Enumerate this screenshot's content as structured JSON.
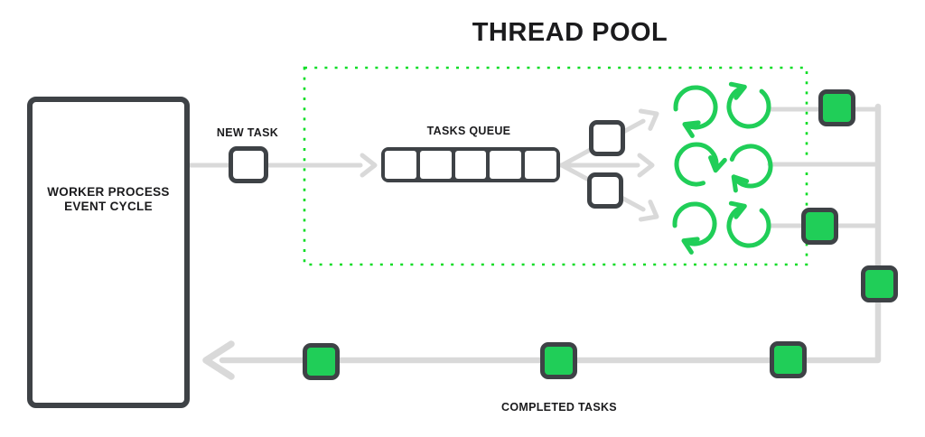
{
  "diagram": {
    "title": "THREAD POOL",
    "worker": {
      "label_line1": "WORKER PROCESS",
      "label_line2": "EVENT CYCLE"
    },
    "new_task": {
      "label": "NEW TASK"
    },
    "tasks_queue": {
      "label": "TASKS QUEUE",
      "cell_count": 5
    },
    "thread_pool": {
      "thread_count": 6
    },
    "completed_tasks": {
      "label": "COMPLETED TASKS",
      "square_count": 6
    }
  },
  "colors": {
    "green": "#20ce58",
    "dot_green": "#0ddd26",
    "dark": "#3e4246",
    "line": "#d9d9d9",
    "text": "#1b1b1d",
    "background": "#ffffff"
  }
}
